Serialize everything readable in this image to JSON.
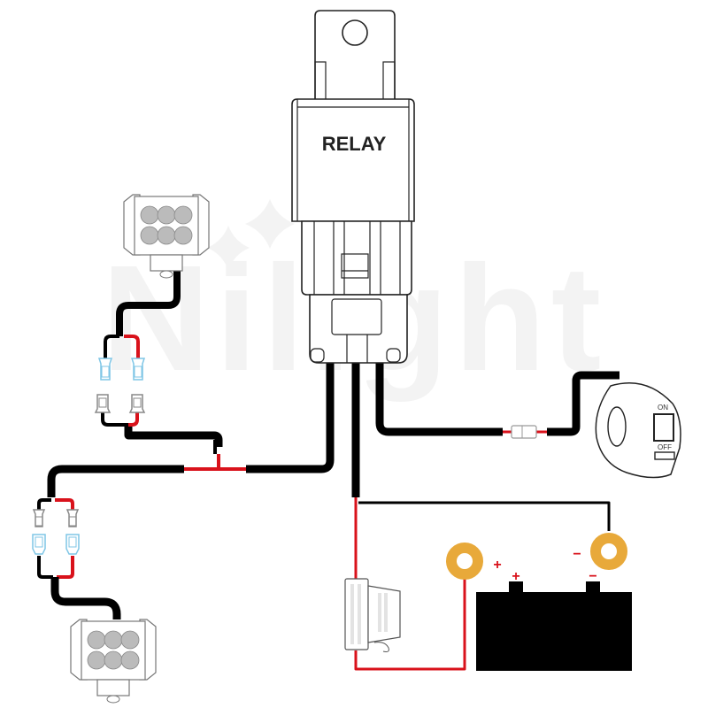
{
  "diagram": {
    "title": "Relay wiring harness diagram",
    "watermark": "Nilight",
    "relay": {
      "label": "RELAY"
    },
    "switch": {
      "on_label": "ON",
      "off_label": "OFF"
    },
    "battery": {
      "positive_sign": "+",
      "negative_sign": "−"
    },
    "ring_terminals": {
      "positive_sign": "+",
      "negative_sign": "−"
    },
    "colors": {
      "wire_black": "#000000",
      "wire_red": "#d9121b",
      "ring_terminal": "#e8a93a",
      "connector_blue": "#7fc6e6",
      "connector_gray": "#888888",
      "sign_red": "#d9121b",
      "outline": "#222222"
    },
    "components": [
      {
        "name": "Relay"
      },
      {
        "name": "LED light bar (top)"
      },
      {
        "name": "LED light bar (bottom)"
      },
      {
        "name": "Rocker switch"
      },
      {
        "name": "Inline fuse holder"
      },
      {
        "name": "Inline connector"
      },
      {
        "name": "Battery"
      },
      {
        "name": "Positive ring terminal"
      },
      {
        "name": "Negative ring terminal"
      }
    ]
  }
}
